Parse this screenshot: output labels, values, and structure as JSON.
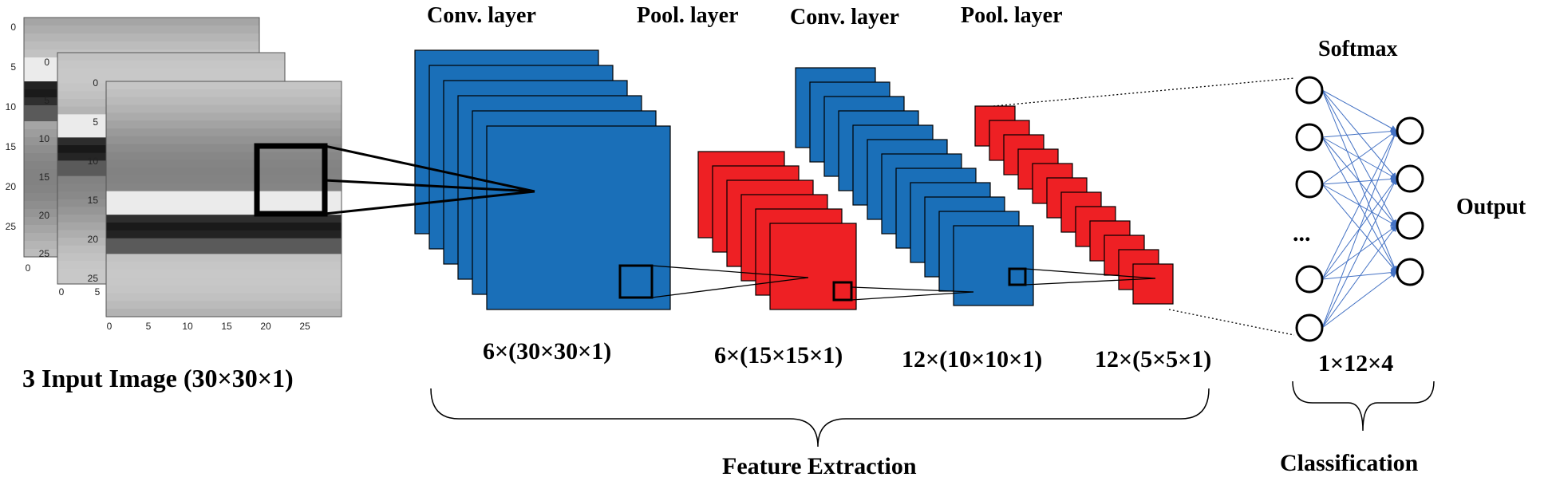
{
  "labels": {
    "conv1": "Conv. layer",
    "pool1": "Pool. layer",
    "conv2": "Conv. layer",
    "pool2": "Pool. layer",
    "softmax": "Softmax",
    "output": "Output",
    "input_caption": "3 Input Image (30×30×1)",
    "dim_conv1": "6×(30×30×1)",
    "dim_pool1": "6×(15×15×1)",
    "dim_conv2": "12×(10×10×1)",
    "dim_pool2": "12×(5×5×1)",
    "dim_softmax": "1×12×4",
    "ellipsis": "...",
    "feature_extraction": "Feature Extraction",
    "classification": "Classification"
  },
  "input_image": {
    "x_ticks": [
      "0",
      "5",
      "10",
      "15",
      "20",
      "25"
    ],
    "y_ticks": [
      "0",
      "5",
      "10",
      "15",
      "20",
      "25"
    ],
    "back_y_ticks": [
      "0",
      "5",
      "10",
      "15",
      "20",
      "25"
    ],
    "back_x_ticks": [
      "0"
    ],
    "mid_y_ticks": [
      "0",
      "5",
      "10",
      "15",
      "20",
      "25"
    ],
    "mid_x_ticks": [
      "0",
      "5"
    ]
  },
  "colors": {
    "conv": "#1a6fb8",
    "pool": "#ee2024",
    "edge": "#000000",
    "connection": "#4472c4"
  },
  "network": {
    "conv1_maps": 6,
    "pool1_maps": 6,
    "conv2_maps": 12,
    "pool2_maps": 12,
    "softmax_nodes": 5,
    "output_nodes": 4
  }
}
